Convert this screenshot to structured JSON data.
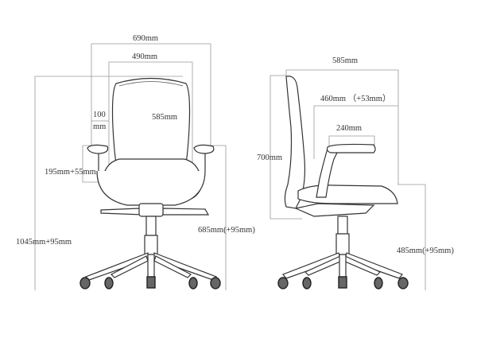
{
  "front_view": {
    "overall_width": "690mm",
    "back_width": "490mm",
    "back_height": "585mm",
    "armrest_gap_top": "100",
    "armrest_gap_unit": "mm",
    "armrest_height": "195mm+55mm",
    "armrest_floor_height": "685mm(+95mm)",
    "total_height": "1045mm+95mm"
  },
  "side_view": {
    "overall_depth": "585mm",
    "seat_depth": "460mm （+53mm）",
    "armrest_length": "240mm",
    "back_height": "700mm",
    "seat_height": "485mm(+95mm)"
  }
}
